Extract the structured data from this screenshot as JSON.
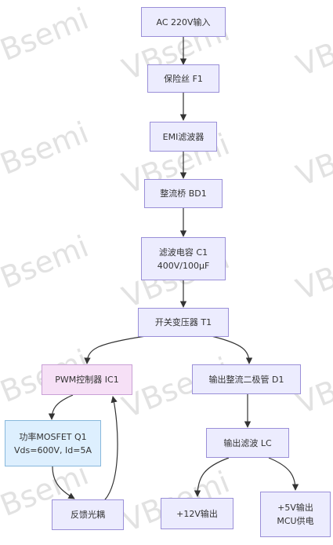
{
  "watermark": "VBsemi",
  "colors": {
    "node_fill": "#ececfe",
    "node_border": "#9a8fd8",
    "pwm_fill": "#f6e0f6",
    "mosfet_fill": "#ddeffe",
    "edge": "#333333"
  },
  "nodes": {
    "ac_input": {
      "line1": "AC 220V输入"
    },
    "fuse": {
      "line1": "保险丝 F1"
    },
    "emi": {
      "line1": "EMI滤波器"
    },
    "bridge": {
      "line1": "整流桥 BD1"
    },
    "capacitor": {
      "line1": "滤波电容 C1",
      "line2": "400V/100µF"
    },
    "transformer": {
      "line1": "开关变压器 T1"
    },
    "pwm": {
      "line1": "PWM控制器 IC1"
    },
    "rectifier": {
      "line1": "输出整流二极管 D1"
    },
    "mosfet": {
      "line1": "功率MOSFET Q1",
      "line2": "Vds=600V, Id=5A"
    },
    "lc_filter": {
      "line1": "输出滤波 LC"
    },
    "optocoupler": {
      "line1": "反馈光耦"
    },
    "out12v": {
      "line1": "+12V输出"
    },
    "out5v": {
      "line1": "+5V输出",
      "line2": "MCU供电"
    }
  }
}
